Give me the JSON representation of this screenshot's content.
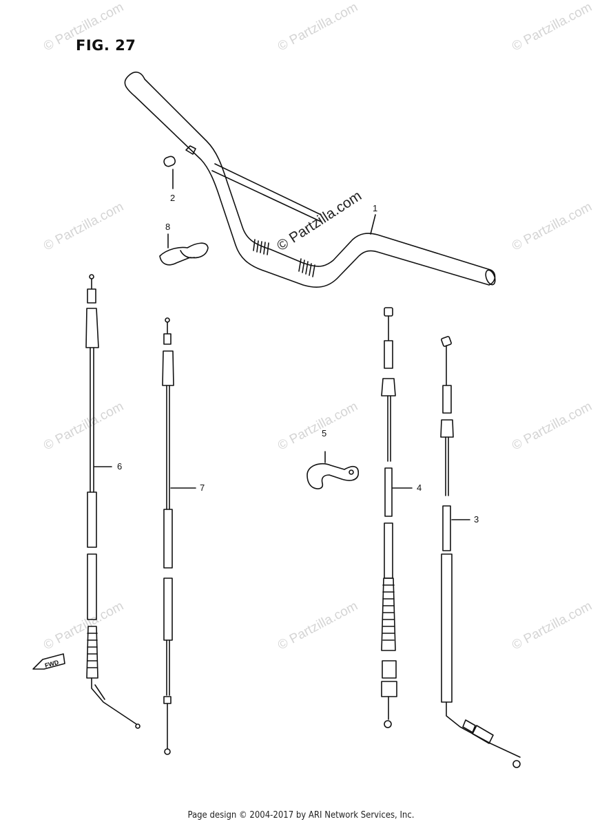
{
  "figure": {
    "title": "FIG. 27"
  },
  "watermark": {
    "text": "© Partzilla.com",
    "main_text": "© Partzilla.com"
  },
  "callouts": [
    {
      "id": "1",
      "label": "1"
    },
    {
      "id": "2",
      "label": "2"
    },
    {
      "id": "3",
      "label": "3"
    },
    {
      "id": "4",
      "label": "4"
    },
    {
      "id": "5",
      "label": "5"
    },
    {
      "id": "6",
      "label": "6"
    },
    {
      "id": "7",
      "label": "7"
    },
    {
      "id": "8",
      "label": "8"
    }
  ],
  "fwd_label": "FWD",
  "footer": {
    "text": "Page design © 2004-2017 by ARI Network Services, Inc."
  },
  "colors": {
    "line": "#111111",
    "watermark": "#d4d4d4"
  }
}
